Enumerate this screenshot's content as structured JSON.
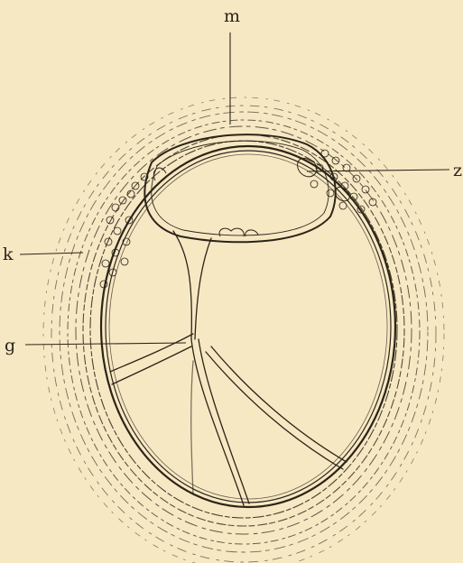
{
  "background_color": "#f7e8c4",
  "ink_color": "#2b2418",
  "labels": {
    "m": "m",
    "z": "z",
    "k": "k",
    "g": "g"
  }
}
